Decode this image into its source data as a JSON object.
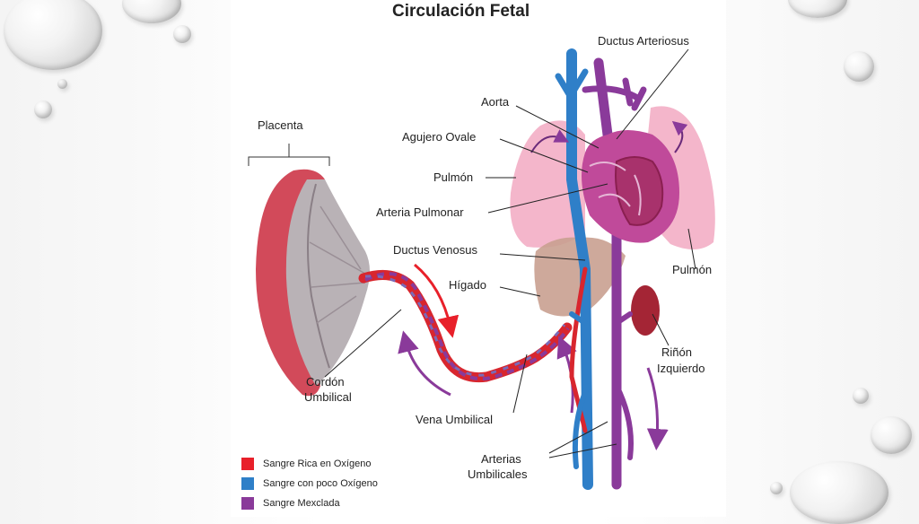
{
  "title": "Circulación Fetal",
  "labels": {
    "ductus_arteriosus": "Ductus Arteriosus",
    "aorta": "Aorta",
    "agujero_ovale": "Agujero Ovale",
    "pulmon_left": "Pulmón",
    "arteria_pulmonar": "Arteria Pulmonar",
    "ductus_venosus": "Ductus Venosus",
    "higado": "Hígado",
    "pulmon_right": "Pulmón",
    "placenta": "Placenta",
    "cordon_1": "Cordón",
    "cordon_2": "Umbilical",
    "rinon_1": "Riñón",
    "rinon_2": "Izquierdo",
    "vena_umbilical": "Vena Umbilical",
    "arterias_1": "Arterias",
    "arterias_2": "Umbilicales"
  },
  "legend": [
    {
      "label": "Sangre Rica en Oxígeno",
      "color": "#e8202a"
    },
    {
      "label": "Sangre con poco Oxígeno",
      "color": "#2f7fc8"
    },
    {
      "label": "Sangre Mexclada",
      "color": "#8a3a9a"
    }
  ],
  "colors": {
    "oxygen_rich": "#e8202a",
    "low_oxygen": "#2f7fc8",
    "mixed": "#8a3a9a",
    "lung": "#f4b6cb",
    "liver": "#c9a090",
    "heart": "#c04a9a"
  }
}
